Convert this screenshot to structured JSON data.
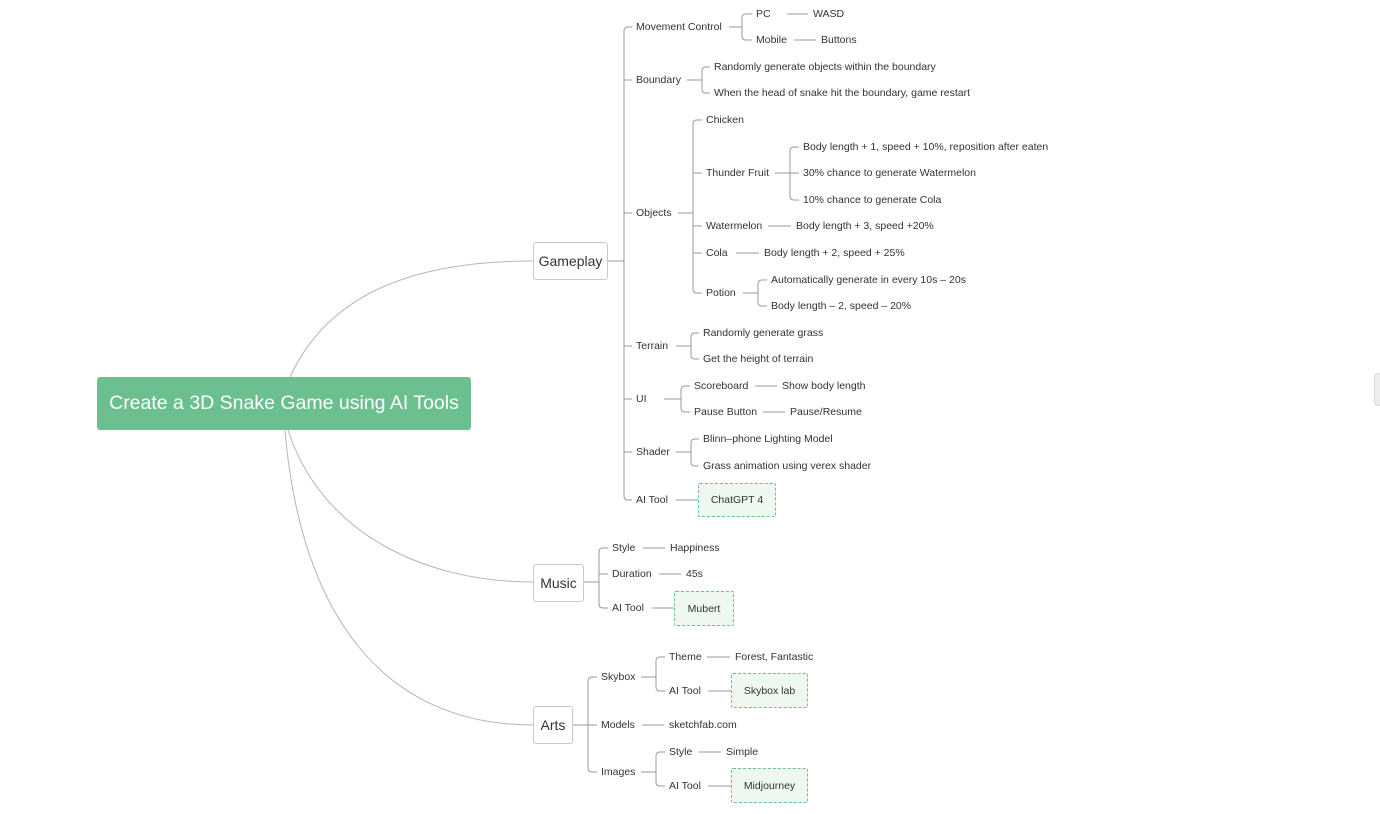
{
  "root": {
    "label": "Create a 3D Snake Game using AI Tools"
  },
  "gameplay": {
    "label": "Gameplay",
    "movement": {
      "label": "Movement Control",
      "pc": "PC",
      "pc_value": "WASD",
      "mobile": "Mobile",
      "mobile_value": "Buttons"
    },
    "boundary": {
      "label": "Boundary",
      "items": [
        "Randomly generate objects within the boundary",
        "When the head of snake hit the boundary, game restart"
      ]
    },
    "objects": {
      "label": "Objects",
      "chicken": "Chicken",
      "thunder": {
        "label": "Thunder Fruit",
        "items": [
          "Body length + 1, speed + 10%, reposition after eaten",
          "30% chance to generate Watermelon",
          "10% chance to generate Cola"
        ]
      },
      "watermelon": {
        "label": "Watermelon",
        "value": "Body length + 3, speed +20%"
      },
      "cola": {
        "label": "Cola",
        "value": "Body length + 2, speed + 25%"
      },
      "potion": {
        "label": "Potion",
        "items": [
          "Automatically generate in every 10s – 20s",
          "Body length – 2, speed – 20%"
        ]
      }
    },
    "terrain": {
      "label": "Terrain",
      "items": [
        "Randomly generate grass",
        "Get the height of terrain"
      ]
    },
    "ui": {
      "label": "UI",
      "scoreboard": "Scoreboard",
      "scoreboard_value": "Show body length",
      "pause": "Pause Button",
      "pause_value": "Pause/Resume"
    },
    "shader": {
      "label": "Shader",
      "items": [
        "Blinn–phone Lighting Model",
        "Grass animation using verex shader"
      ]
    },
    "ai_tool": {
      "label": "AI Tool",
      "value": "ChatGPT 4"
    }
  },
  "music": {
    "label": "Music",
    "style": {
      "label": "Style",
      "value": "Happiness"
    },
    "duration": {
      "label": "Duration",
      "value": "45s"
    },
    "ai_tool": {
      "label": "AI Tool",
      "value": "Mubert"
    }
  },
  "arts": {
    "label": "Arts",
    "skybox": {
      "label": "Skybox",
      "theme": "Theme",
      "theme_value": "Forest, Fantastic",
      "ai_tool": "AI Tool",
      "ai_value": "Skybox lab"
    },
    "models": {
      "label": "Models",
      "value": "sketchfab.com"
    },
    "images": {
      "label": "Images",
      "style": "Style",
      "style_value": "Simple",
      "ai_tool": "AI Tool",
      "ai_value": "Midjourney"
    }
  }
}
